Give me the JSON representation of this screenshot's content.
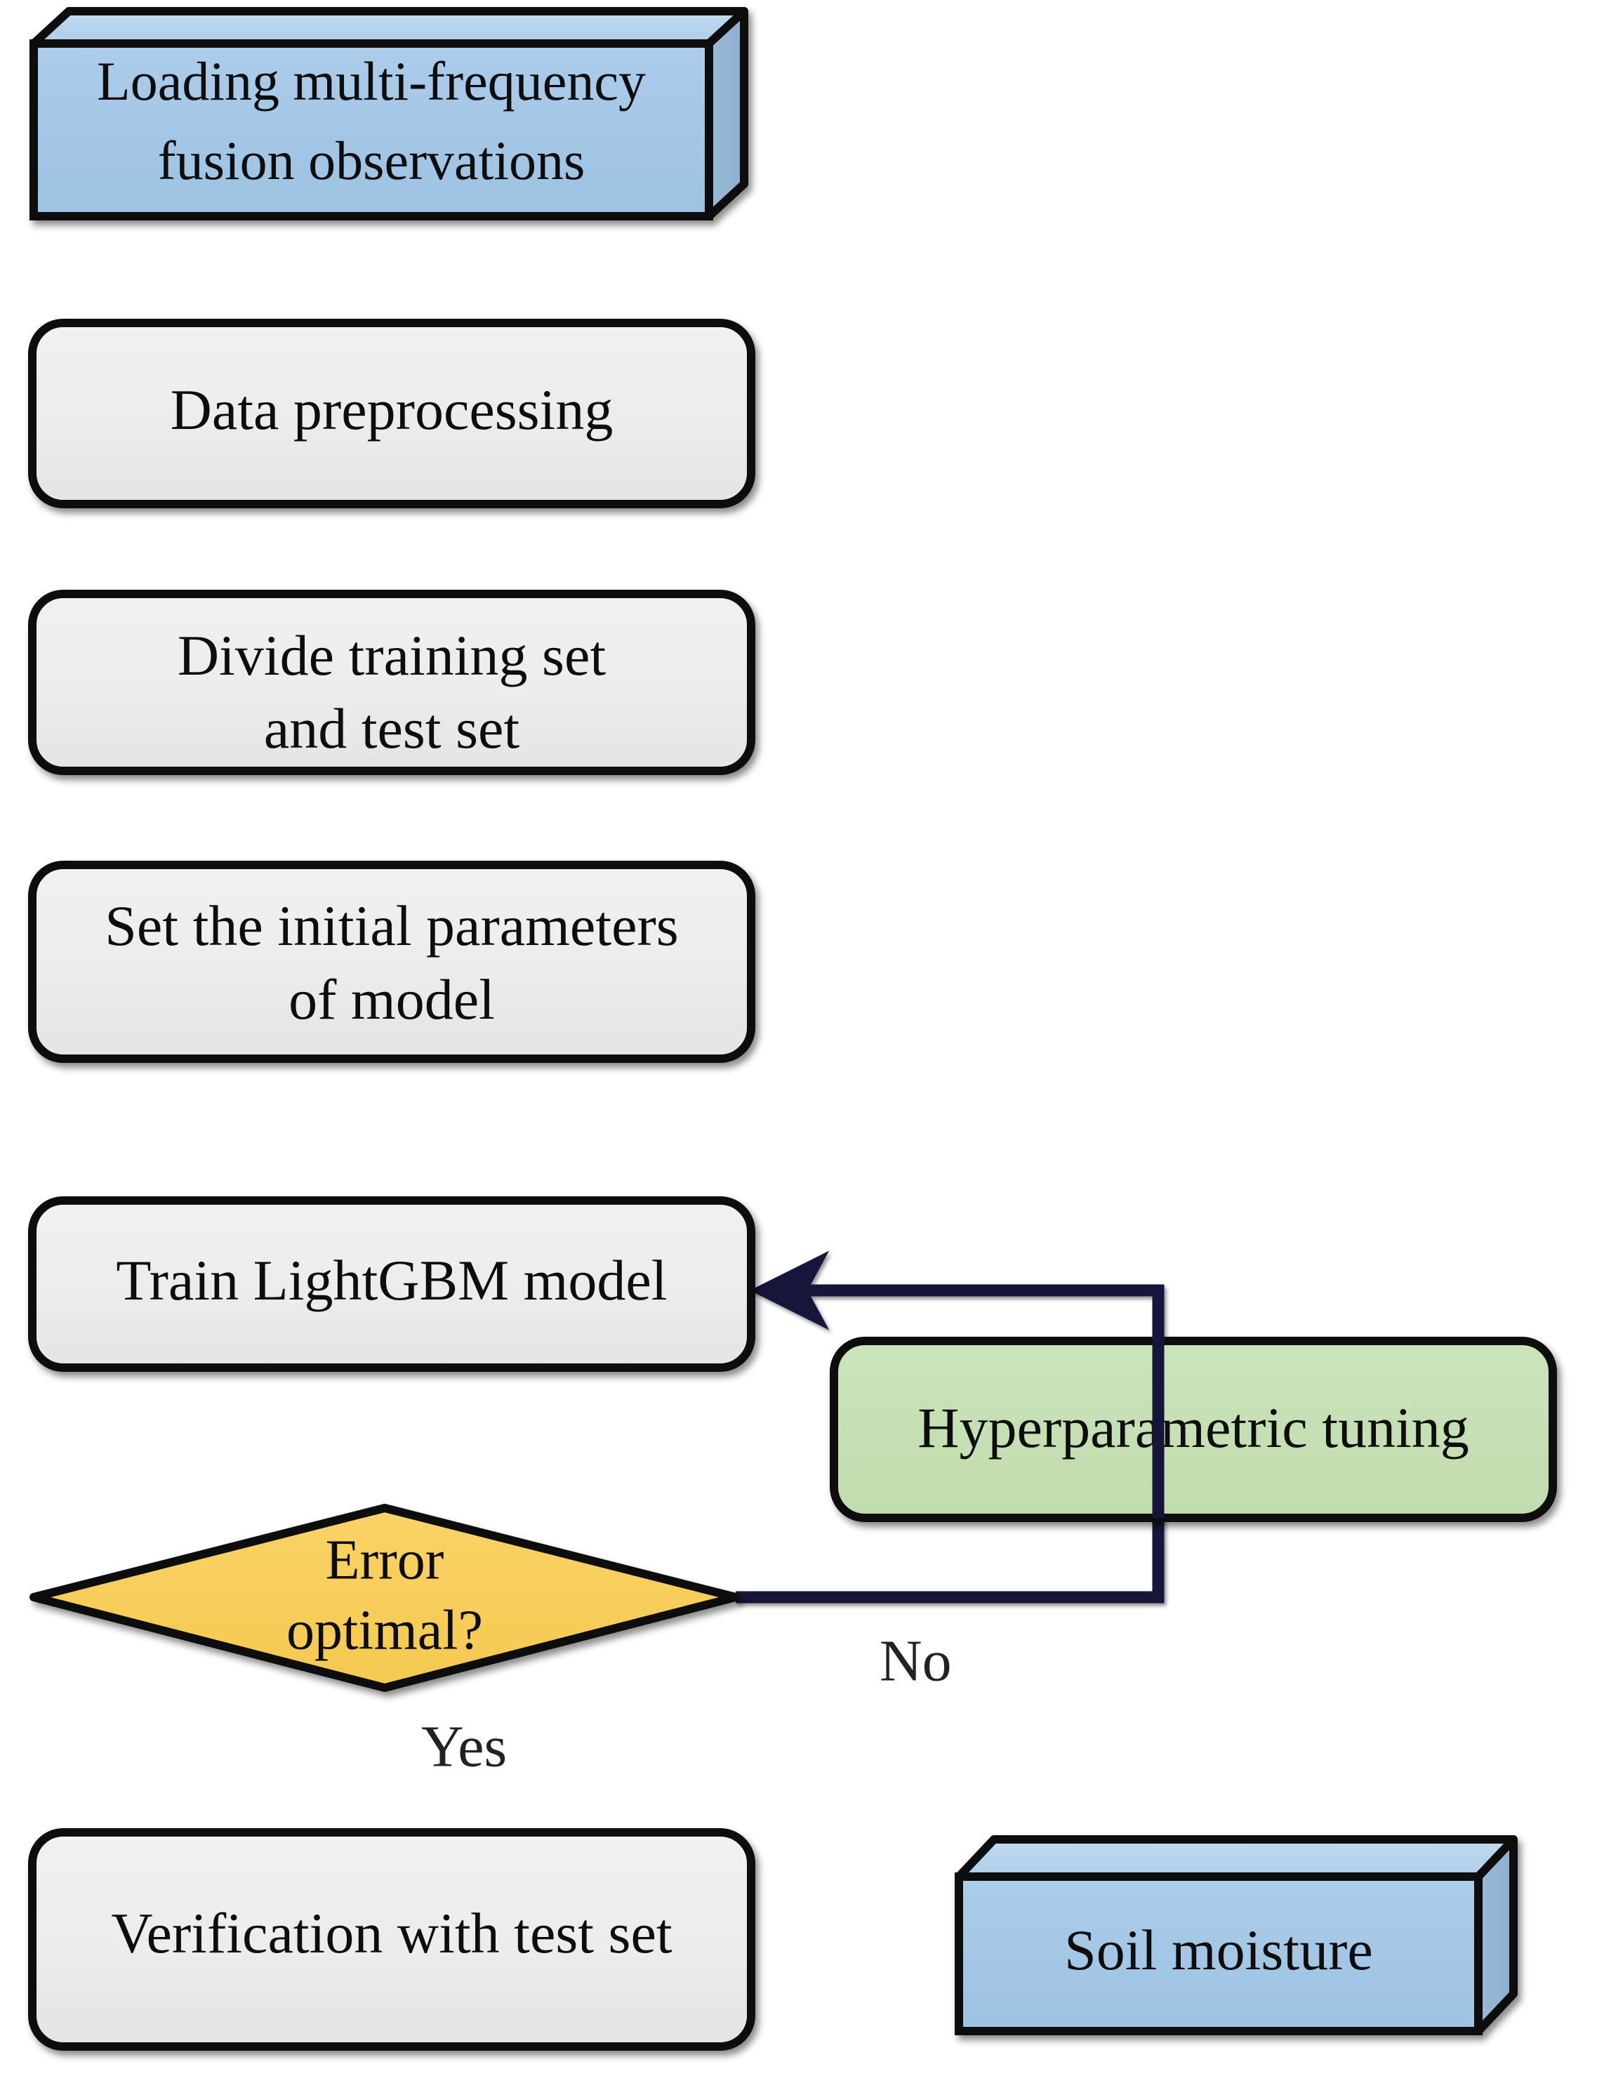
{
  "diagram": {
    "title": "LightGBM soil moisture retrieval workflow",
    "type": "flowchart",
    "background_color": "#ffffff",
    "palette": {
      "data_node_blue": "#a5c8e6",
      "data_node_blue_top": "#bcd6ed",
      "data_node_blue_side": "#8fb3d4",
      "process_node_gray": "#ebebeb",
      "decision_node_yellow": "#f8cf5c",
      "tuning_node_green": "#c5e0b4",
      "outline_black": "#0d0d0d",
      "connector_black": "#111111",
      "connector_navy": "#16163a",
      "text_black": "#111111"
    },
    "nodes": [
      {
        "id": "load",
        "shape": "cube-3d",
        "fill": "#a5c8e6",
        "lines": [
          "Loading multi-frequency",
          "fusion observations"
        ]
      },
      {
        "id": "preprocess",
        "shape": "rounded-rect",
        "fill": "#ebebeb",
        "lines": [
          "Data preprocessing"
        ]
      },
      {
        "id": "split",
        "shape": "rounded-rect",
        "fill": "#ebebeb",
        "lines": [
          "Divide training set",
          "and test set"
        ]
      },
      {
        "id": "init-params",
        "shape": "rounded-rect",
        "fill": "#ebebeb",
        "lines": [
          "Set the initial parameters",
          "of  model"
        ]
      },
      {
        "id": "train",
        "shape": "rounded-rect",
        "fill": "#ebebeb",
        "lines": [
          "Train LightGBM model"
        ]
      },
      {
        "id": "tuning",
        "shape": "rounded-rect",
        "fill": "#c5e0b4",
        "lines": [
          "Hyperparametric tuning"
        ]
      },
      {
        "id": "decision",
        "shape": "diamond",
        "fill": "#f8cf5c",
        "lines": [
          "Error",
          "optimal?"
        ]
      },
      {
        "id": "verify",
        "shape": "rounded-rect",
        "fill": "#ebebeb",
        "lines": [
          "Verification with test set"
        ]
      },
      {
        "id": "output",
        "shape": "cube-3d",
        "fill": "#a5c8e6",
        "lines": [
          "Soil moisture"
        ]
      }
    ],
    "edges": [
      {
        "id": "e1",
        "from": "load",
        "to": "preprocess",
        "label": "",
        "direction": "down"
      },
      {
        "id": "e2",
        "from": "preprocess",
        "to": "split",
        "label": "",
        "direction": "down"
      },
      {
        "id": "e3",
        "from": "split",
        "to": "init-params",
        "label": "",
        "direction": "down"
      },
      {
        "id": "e4",
        "from": "init-params",
        "to": "train",
        "label": "",
        "direction": "down"
      },
      {
        "id": "e5",
        "from": "train",
        "to": "decision",
        "label": "",
        "direction": "down"
      },
      {
        "id": "e6",
        "from": "decision",
        "to": "train",
        "label": "No",
        "direction": "right-up-left"
      },
      {
        "id": "e7",
        "from": "decision",
        "to": "verify",
        "label": "Yes",
        "direction": "down"
      },
      {
        "id": "e8",
        "from": "verify",
        "to": "output",
        "label": "",
        "direction": "right"
      }
    ],
    "edge_labels": {
      "no": "No",
      "yes": "Yes"
    }
  }
}
